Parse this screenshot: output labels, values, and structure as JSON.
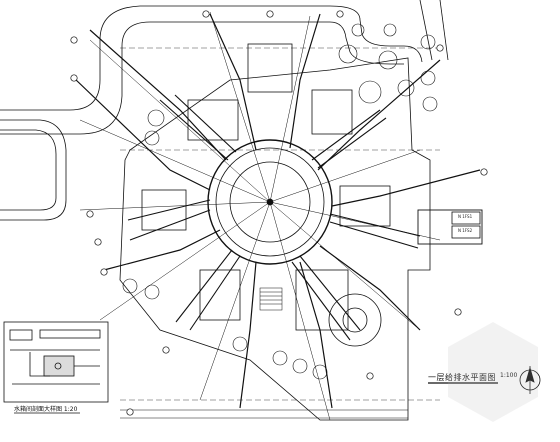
{
  "drawing": {
    "title": "一层给排水平面图",
    "scale": "1:100",
    "detail_title": "水箱间剖面大样图 1:20",
    "legend_label_1": "N 1FS1",
    "legend_label_2": "N 1FS2",
    "colors": {
      "line": "#111111",
      "hatch": "#555555",
      "background": "#ffffff",
      "watermark": "#bdbdbd"
    }
  }
}
